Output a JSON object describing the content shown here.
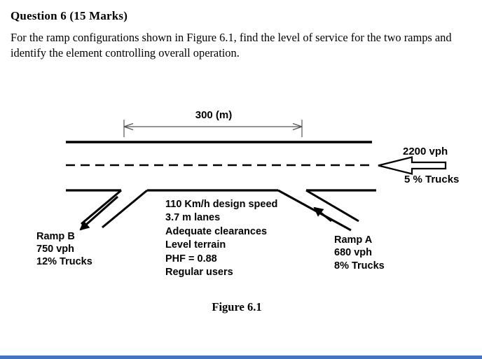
{
  "page": {
    "title": "Question 6 (15 Marks)",
    "body": "For the ramp configurations shown in Figure 6.1, find the level of service for the two ramps and identify the element controlling overall operation.",
    "caption": "Figure 6.1"
  },
  "figure": {
    "dimension_label": "300 (m)",
    "mainline": {
      "volume": "2200 vph",
      "trucks": "5 % Trucks",
      "flow_direction": "left"
    },
    "properties": [
      "110 Km/h design speed",
      "3.7 m lanes",
      "Adequate clearances",
      "Level terrain",
      "PHF = 0.88",
      "Regular users"
    ],
    "ramp_b": {
      "name": "Ramp B",
      "volume": "750 vph",
      "trucks": "12% Trucks",
      "type": "off-ramp (diverge)"
    },
    "ramp_a": {
      "name": "Ramp A",
      "volume": "680 vph",
      "trucks": "8% Trucks",
      "type": "on-ramp (merge)"
    },
    "colors": {
      "ink": "#000000",
      "dimension_line": "#555555",
      "background": "#ffffff",
      "bottom_bar": "#4472c4"
    }
  }
}
